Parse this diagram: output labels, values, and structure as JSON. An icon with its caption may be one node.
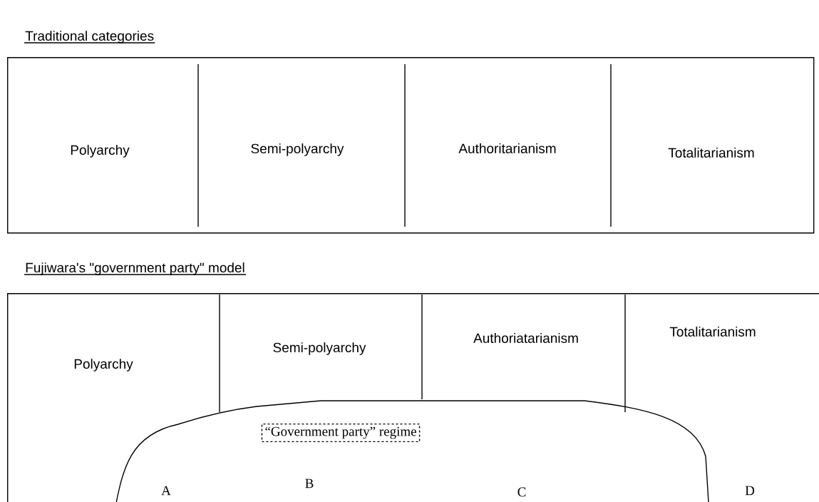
{
  "diagram": {
    "nodes": [
      {
        "text": [
          "Traditional categories"
        ]
      },
      {
        "text": [
          "Polyarchy"
        ],
        "in": 0
      },
      {
        "text": [
          "Semi-polyarchy"
        ],
        "in": 0
      },
      {
        "text": [
          "Authoritarianism"
        ],
        "in": 0
      },
      {
        "text": [
          "Totalitarianism"
        ],
        "in": 0
      },
      {
        "text": [
          "Fujiwara's \"government party\" model"
        ]
      },
      {
        "text": [
          "Polyarchy"
        ],
        "in": 5
      },
      {
        "text": [
          "Semi-polyarchy"
        ],
        "in": 5
      },
      {
        "text": [
          "Authoriatarianism"
        ],
        "in": 5
      },
      {
        "text": [
          "Totalitarianism"
        ],
        "in": 5
      },
      {
        "text": [
          "“Government party” regime"
        ],
        "in": 5
      }
    ],
    "labels": [
      "A",
      "B",
      "C",
      "D"
    ]
  }
}
